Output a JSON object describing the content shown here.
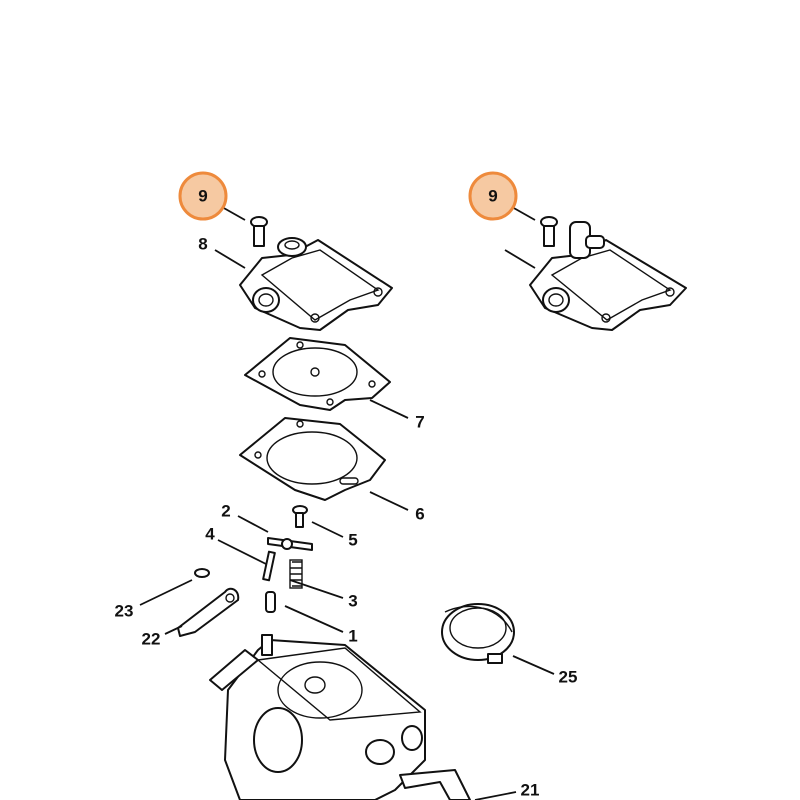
{
  "diagram": {
    "highlight_color": "#ee8a3c",
    "highlight_fill": "#f6c9a2",
    "callouts": {
      "screw_left": "9",
      "screw_right": "9",
      "cover": "8",
      "diaphragm": "7",
      "gasket": "6",
      "screw_small": "5",
      "lever": "2",
      "pin": "4",
      "spring": "3",
      "needle": "1",
      "clip": "23",
      "arm": "22",
      "cap": "25",
      "shaft": "21"
    }
  }
}
